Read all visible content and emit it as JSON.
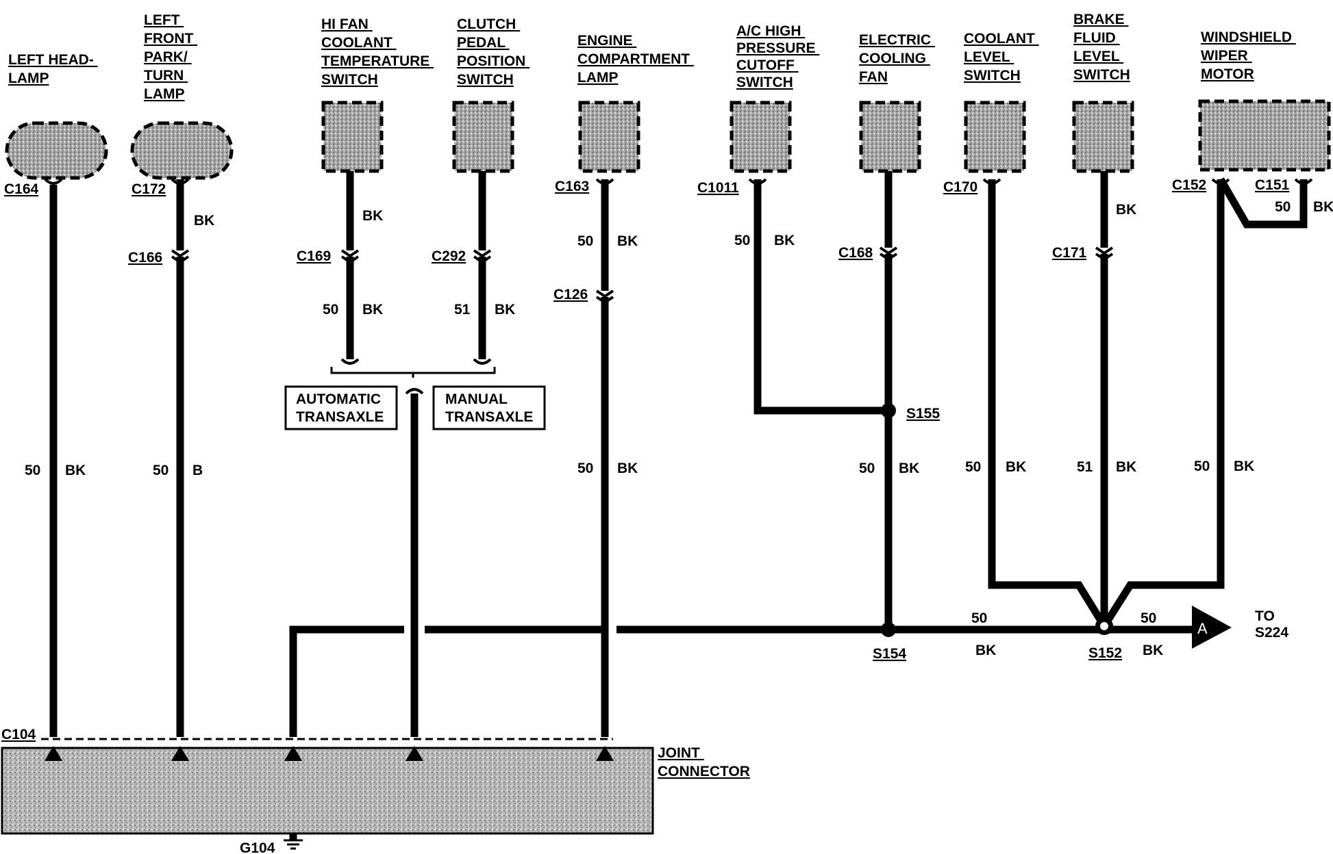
{
  "components": {
    "left_headlamp": [
      "LEFT HEAD-",
      "LAMP"
    ],
    "left_front_park_turn_lamp": [
      "LEFT",
      "FRONT",
      "PARK/",
      "TURN",
      "LAMP"
    ],
    "hi_fan_coolant_temperature_switch": [
      "HI FAN",
      "COOLANT",
      "TEMPERATURE",
      "SWITCH"
    ],
    "clutch_pedal_position_switch": [
      "CLUTCH",
      "PEDAL",
      "POSITION",
      "SWITCH"
    ],
    "engine_compartment_lamp": [
      "ENGINE",
      "COMPARTMENT",
      "LAMP"
    ],
    "ac_high_pressure_cutoff_switch": [
      "A/C HIGH",
      "PRESSURE",
      "CUTOFF",
      "SWITCH"
    ],
    "electric_cooling_fan": [
      "ELECTRIC",
      "COOLING",
      "FAN"
    ],
    "coolant_level_switch": [
      "COOLANT",
      "LEVEL",
      "SWITCH"
    ],
    "brake_fluid_level_switch": [
      "BRAKE",
      "FLUID",
      "LEVEL",
      "SWITCH"
    ],
    "windshield_wiper_motor": [
      "WINDSHIELD",
      "WIPER",
      "MOTOR"
    ],
    "joint_connector": [
      "JOINT",
      "CONNECTOR"
    ]
  },
  "connectors": {
    "c164": "C164",
    "c172": "C172",
    "c166": "C166",
    "c169": "C169",
    "c292": "C292",
    "c163": "C163",
    "c126": "C126",
    "c1011": "C1011",
    "c168": "C168",
    "c170": "C170",
    "c171": "C171",
    "c152": "C152",
    "c151": "C151",
    "c104": "C104",
    "g104": "G104"
  },
  "splices": {
    "s155": "S155",
    "s154": "S154",
    "s152": "S152"
  },
  "variants": {
    "automatic": [
      "AUTOMATIC",
      "TRANSAXLE"
    ],
    "manual": [
      "MANUAL",
      "TRANSAXLE"
    ]
  },
  "offpage": {
    "letter": "A",
    "to": [
      "TO",
      "S224"
    ]
  },
  "wires": {
    "bk": "BK",
    "b": "B",
    "gauge_50": "50",
    "gauge_51": "51"
  }
}
